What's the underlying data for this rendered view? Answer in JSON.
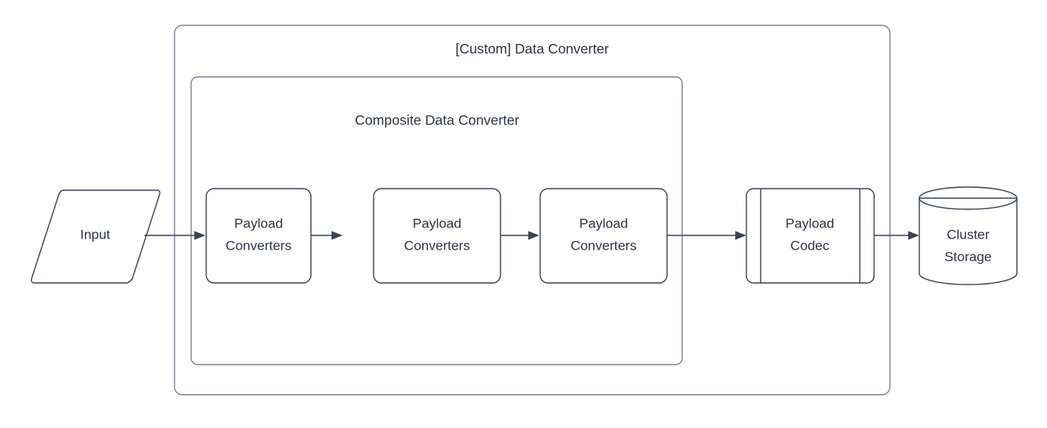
{
  "diagram": {
    "title": "[Custom] Data Converter",
    "background_color": "#ffffff",
    "stroke_color": "#3b4453",
    "container_stroke_color": "#7b8494",
    "text_color": "#2d3440",
    "outer_container": {
      "label": "[Custom] Data Converter",
      "name": "custom-data-converter-container"
    },
    "inner_container": {
      "label": "Composite Data Converter",
      "name": "composite-data-converter-container"
    },
    "nodes": [
      {
        "id": "input",
        "label": "Input",
        "shape": "parallelogram",
        "line1": "Input",
        "line2": ""
      },
      {
        "id": "payload-converters-1",
        "label": "Payload Converters",
        "shape": "rounded-rectangle",
        "line1": "Payload",
        "line2": "Converters"
      },
      {
        "id": "payload-converters-2",
        "label": "Payload Converters",
        "shape": "rounded-rectangle",
        "line1": "Payload",
        "line2": "Converters"
      },
      {
        "id": "payload-converters-3",
        "label": "Payload Converters",
        "shape": "rounded-rectangle",
        "line1": "Payload",
        "line2": "Converters"
      },
      {
        "id": "payload-codec",
        "label": "Payload Codec",
        "shape": "predefined-process",
        "line1": "Payload",
        "line2": "Codec"
      },
      {
        "id": "cluster-storage",
        "label": "Cluster Storage",
        "shape": "cylinder",
        "line1": "Cluster",
        "line2": "Storage"
      }
    ],
    "edges": [
      {
        "id": "edge-input-to-pc1",
        "from": "input",
        "to": "payload-converters-1",
        "arrow": "solid-triangle"
      },
      {
        "id": "edge-pc1-to-pc2",
        "from": "payload-converters-1",
        "to": "payload-converters-2",
        "arrow": "solid-triangle"
      },
      {
        "id": "edge-pc2-to-pc3",
        "from": "payload-converters-2",
        "to": "payload-converters-3",
        "arrow": "solid-triangle"
      },
      {
        "id": "edge-pc3-to-codec",
        "from": "payload-converters-3",
        "to": "payload-codec",
        "arrow": "solid-triangle"
      },
      {
        "id": "edge-codec-to-storage",
        "from": "payload-codec",
        "to": "cluster-storage",
        "arrow": "solid-triangle"
      }
    ]
  }
}
